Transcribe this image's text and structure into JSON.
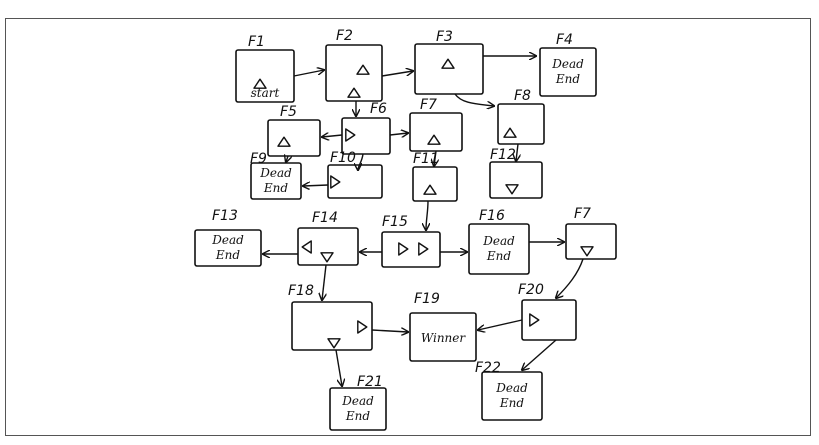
{
  "diagram": {
    "nodes": [
      {
        "id": "F1",
        "label": "F1",
        "text": [
          "start"
        ]
      },
      {
        "id": "F2",
        "label": "F2",
        "text": []
      },
      {
        "id": "F3",
        "label": "F3",
        "text": []
      },
      {
        "id": "F4",
        "label": "F4",
        "text": [
          "Dead",
          "End"
        ]
      },
      {
        "id": "F5",
        "label": "F5",
        "text": []
      },
      {
        "id": "F6",
        "label": "F6",
        "text": []
      },
      {
        "id": "F7a",
        "label": "F7",
        "text": []
      },
      {
        "id": "F8",
        "label": "F8",
        "text": []
      },
      {
        "id": "F9",
        "label": "F9",
        "text": [
          "Dead",
          "End"
        ]
      },
      {
        "id": "F10",
        "label": "F10",
        "text": []
      },
      {
        "id": "F11",
        "label": "F11",
        "text": []
      },
      {
        "id": "F12",
        "label": "F12",
        "text": []
      },
      {
        "id": "F13",
        "label": "F13",
        "text": [
          "Dead",
          "End"
        ]
      },
      {
        "id": "F14",
        "label": "F14",
        "text": []
      },
      {
        "id": "F15",
        "label": "F15",
        "text": []
      },
      {
        "id": "F16",
        "label": "F16",
        "text": [
          "Dead",
          "End"
        ]
      },
      {
        "id": "F7b",
        "label": "F7",
        "text": []
      },
      {
        "id": "F18",
        "label": "F18",
        "text": []
      },
      {
        "id": "F19",
        "label": "F19",
        "text": [
          "Winner"
        ]
      },
      {
        "id": "F20",
        "label": "F20",
        "text": []
      },
      {
        "id": "F21",
        "label": "F21",
        "text": [
          "Dead",
          "End"
        ]
      },
      {
        "id": "F22",
        "label": "F22",
        "text": [
          "Dead",
          "End"
        ]
      }
    ],
    "edges": [
      [
        "F1",
        "F2"
      ],
      [
        "F2",
        "F3"
      ],
      [
        "F3",
        "F4"
      ],
      [
        "F3",
        "F8"
      ],
      [
        "F2",
        "F6"
      ],
      [
        "F6",
        "F5"
      ],
      [
        "F6",
        "F7a"
      ],
      [
        "F5",
        "F9"
      ],
      [
        "F6",
        "F10"
      ],
      [
        "F10",
        "F9"
      ],
      [
        "F7a",
        "F11"
      ],
      [
        "F8",
        "F12"
      ],
      [
        "F11",
        "F15"
      ],
      [
        "F15",
        "F14"
      ],
      [
        "F14",
        "F13"
      ],
      [
        "F15",
        "F16"
      ],
      [
        "F16",
        "F7b"
      ],
      [
        "F14",
        "F18"
      ],
      [
        "F18",
        "F19"
      ],
      [
        "F18",
        "F21"
      ],
      [
        "F7b",
        "F20"
      ],
      [
        "F20",
        "F19"
      ],
      [
        "F20",
        "F22"
      ]
    ]
  }
}
